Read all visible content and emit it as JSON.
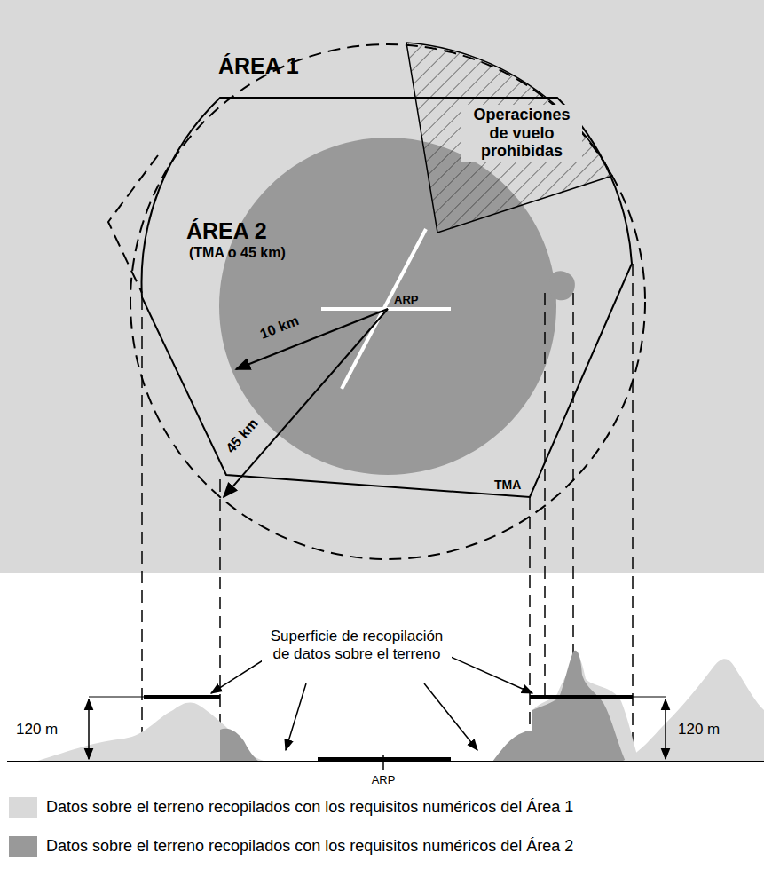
{
  "diagram": {
    "labels": [
      "ÁREA 1",
      "ÁREA 2",
      "(TMA o 45 km)",
      "Operaciones de vuelo prohibidas",
      "ARP",
      "10 km",
      "45 km",
      "TMA",
      "Superficie de recopilación de datos sobre el terreno",
      "120 m",
      "120 m",
      "ARP"
    ],
    "legend": [
      {
        "text": "Datos sobre el terreno recopilados con los requisitos numéricos del Área 1",
        "color": "#d9d9d9"
      },
      {
        "text": "Datos sobre el terreno recopilados con los requisitos numéricos del Área 2",
        "color": "#999999"
      }
    ]
  }
}
